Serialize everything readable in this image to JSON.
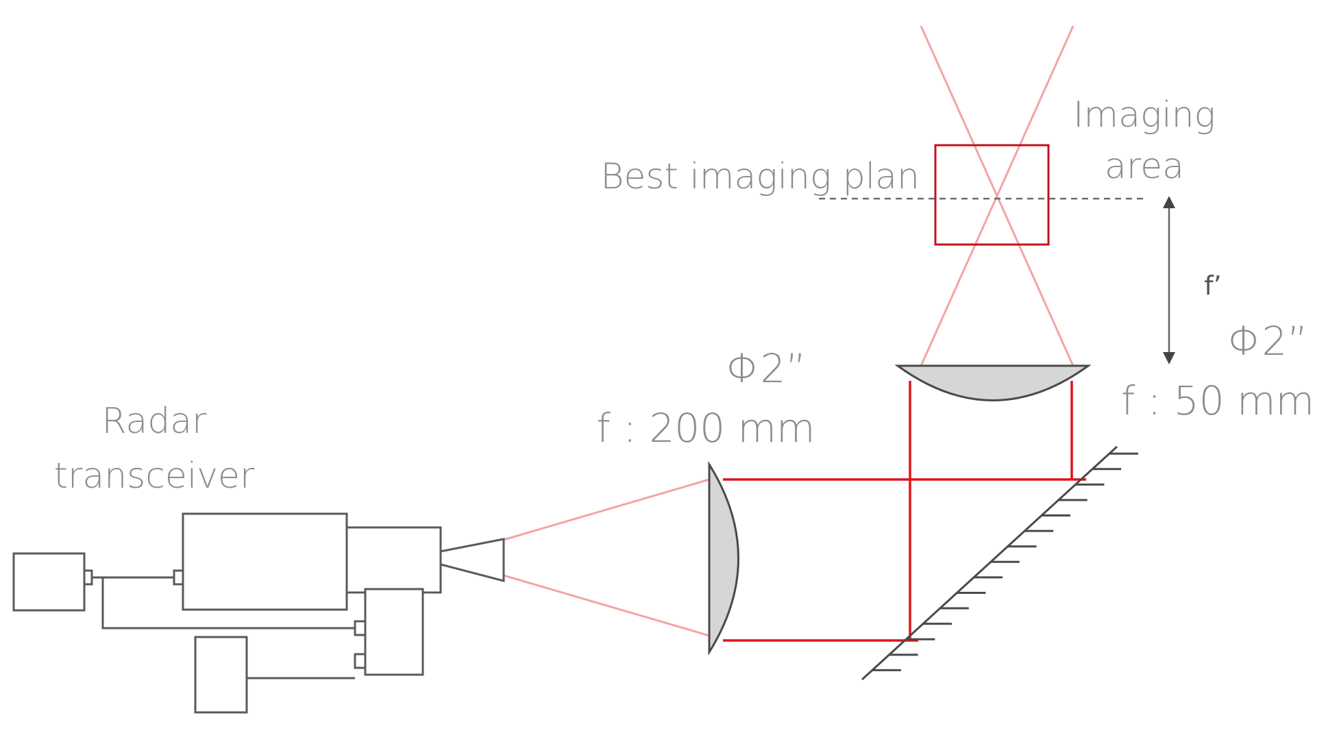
{
  "labels": {
    "radar_line1": "Radar",
    "radar_line2": "transceiver",
    "lens1_diameter": "Φ2”",
    "lens1_focal": "f : 200 mm",
    "lens2_diameter": "Φ2”",
    "lens2_focal": "f : 50 mm",
    "best_imaging_plane": "Best imaging plan",
    "imaging_area_line1": "Imaging",
    "imaging_area_line2": "area",
    "focal_marker": "f’"
  },
  "colors": {
    "beam": "#e0121b",
    "beam_diverging": "#f3a4a4",
    "lens_fill": "#d6d6d6",
    "outline": "#5a5a5a",
    "label_text": "#8c8c8c",
    "imaging_box": "#c0121b"
  }
}
